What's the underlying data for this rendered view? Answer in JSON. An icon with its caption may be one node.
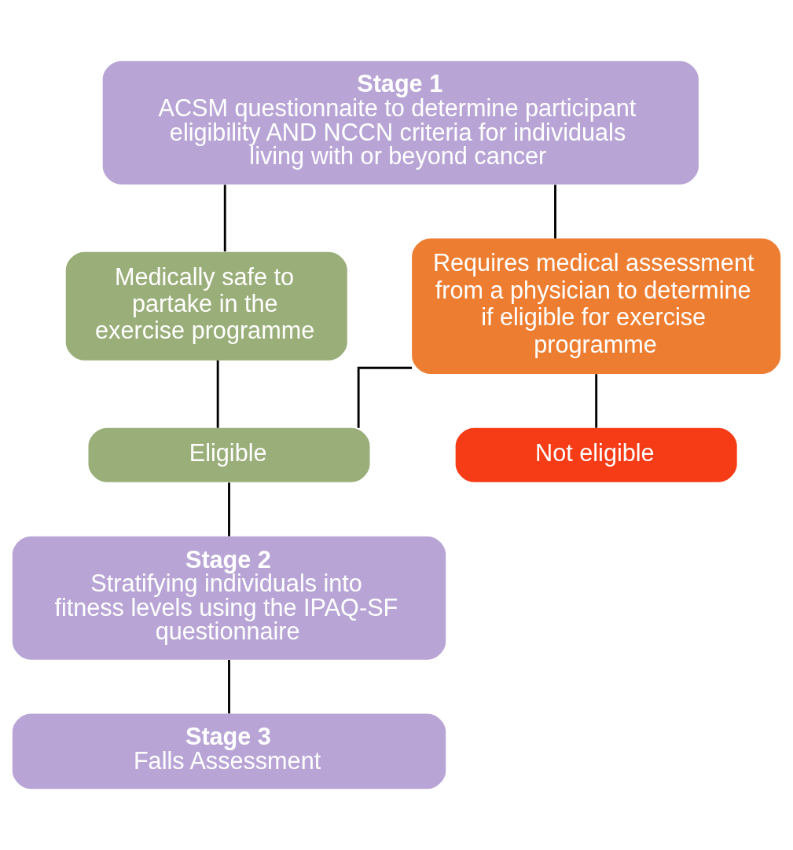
{
  "diagram": {
    "nodes": [
      {
        "text": [
          "Stage 1",
          "ACSM questionnaite to determine participant eligibility AND NCCN criteria for individuals living with or beyond cancer"
        ]
      },
      {
        "text": [
          "Medically safe to partake in the exercise programme"
        ]
      },
      {
        "text": [
          "Requires medical assessment from a physician to determine if eligible for exercise programme"
        ]
      },
      {
        "text": [
          "Not eligible"
        ]
      },
      {
        "text": [
          "Eligible"
        ]
      },
      {
        "text": [
          "Stage 2",
          "Stratifying individuals into fitness levels using the IPAQ-SF questionnaire"
        ]
      },
      {
        "text": [
          "Stage 3",
          "Falls Assessment"
        ]
      }
    ],
    "edges": [
      {
        "from": 0,
        "to": 1,
        "arrow": "none"
      },
      {
        "from": 0,
        "to": 2,
        "arrow": "none"
      },
      {
        "from": 1,
        "to": 4,
        "arrow": "none"
      },
      {
        "from": 2,
        "to": 4,
        "arrow": "none"
      },
      {
        "from": 2,
        "to": 3,
        "arrow": "none"
      },
      {
        "from": 4,
        "to": 5,
        "arrow": "none"
      },
      {
        "from": 5,
        "to": 6,
        "arrow": "none"
      }
    ]
  }
}
